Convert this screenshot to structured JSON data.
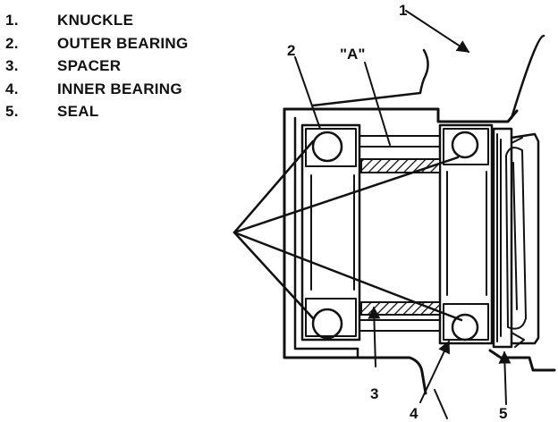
{
  "legend": [
    {
      "num": "1.",
      "label": "KNUCKLE"
    },
    {
      "num": "2.",
      "label": "OUTER BEARING"
    },
    {
      "num": "3.",
      "label": "SPACER"
    },
    {
      "num": "4.",
      "label": "INNER BEARING"
    },
    {
      "num": "5.",
      "label": "SEAL"
    }
  ],
  "callouts": {
    "c1": "1",
    "c2": "2",
    "c3": "3",
    "c4": "4",
    "c5": "5",
    "cA": "\"A\""
  },
  "colors": {
    "ink": "#111111",
    "background": "#ffffff"
  }
}
